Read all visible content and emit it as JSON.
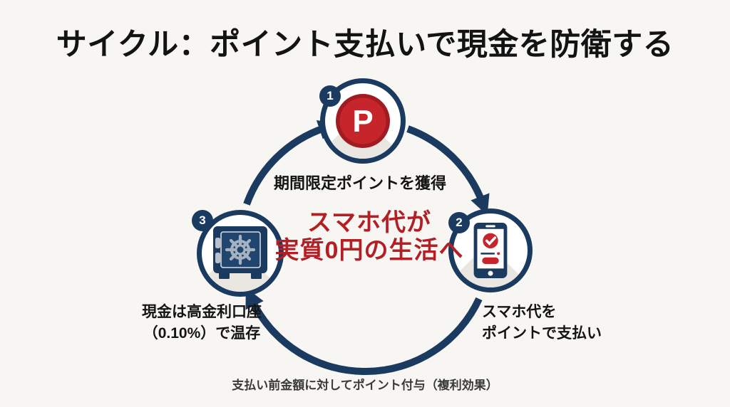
{
  "title": "サイクル：ポイント支払いで現金を防衛する",
  "colors": {
    "navy": "#1b3a5f",
    "coin_red": "#c5252b",
    "coin_rim_red": "#a11c22",
    "center_text_red": "#b22025",
    "background": "#f8f6f2",
    "shadow_gray": "#eae7e2",
    "label_black": "#141414",
    "footnote_gray": "#3a3a3a"
  },
  "cycle": {
    "steps": [
      {
        "number": "1",
        "icon": "point-coin-icon",
        "coin_letter": "P",
        "label": "期間限定ポイントを獲得"
      },
      {
        "number": "2",
        "icon": "smartphone-payment-icon",
        "label_lines": [
          "スマホ代を",
          "ポイントで支払い"
        ]
      },
      {
        "number": "3",
        "icon": "safe-icon",
        "label_lines": [
          "現金は高金利口座",
          "（0.10%）で温存"
        ]
      }
    ],
    "center_text_lines": [
      "スマホ代が",
      "実質0円の生活へ"
    ]
  },
  "footnote": "支払い前金額に対してポイント付与（複利効果）"
}
